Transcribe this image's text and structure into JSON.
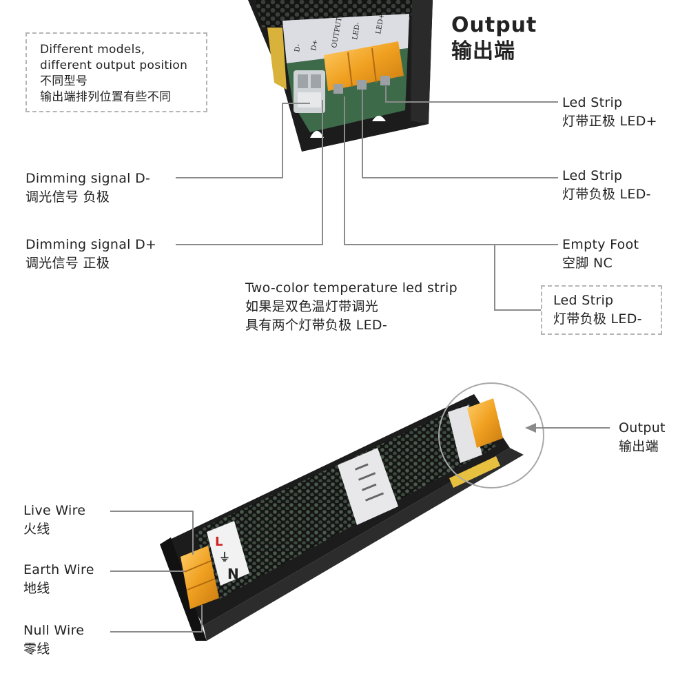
{
  "output_title": {
    "en": "Output",
    "zh": "输出端"
  },
  "note": {
    "line1": "Different models,",
    "line2": "different output position",
    "line3": "不同型号",
    "line4": "输出端排列位置有些不同"
  },
  "terminal_labels": [
    "D-",
    "D+",
    "OUTPUT NC",
    "LED-",
    "LED+"
  ],
  "callouts": {
    "led_plus": {
      "en": "Led Strip",
      "zh": "灯带正极 LED+"
    },
    "led_minus": {
      "en": "Led Strip",
      "zh": "灯带负极 LED-"
    },
    "empty_foot": {
      "en": "Empty Foot",
      "zh": "空脚 NC"
    },
    "led_minus_alt": {
      "en": "Led Strip",
      "zh": "灯带负极 LED-"
    },
    "dim_minus": {
      "en": "Dimming signal D-",
      "zh": "调光信号 负极"
    },
    "dim_plus": {
      "en": "Dimming signal D+",
      "zh": "调光信号 正极"
    },
    "two_color": {
      "en": "Two-color temperature led strip",
      "zh1": "如果是双色温灯带调光",
      "zh2": "具有两个灯带负极  LED-"
    },
    "output2": {
      "en": "Output",
      "zh": "输出端"
    },
    "live": {
      "en": "Live Wire",
      "zh": "火线"
    },
    "earth": {
      "en": "Earth Wire",
      "zh": "地线"
    },
    "null": {
      "en": "Null Wire",
      "zh": "零线"
    }
  },
  "input_labels": {
    "l": "L",
    "earth": "⏚",
    "n": "N"
  },
  "colors": {
    "housing": "#1c1c1c",
    "terminal": "#f0a020",
    "pcb": "#3d6b4a",
    "leader": "#8a8a8a",
    "label_panel": "#dcdde3"
  }
}
